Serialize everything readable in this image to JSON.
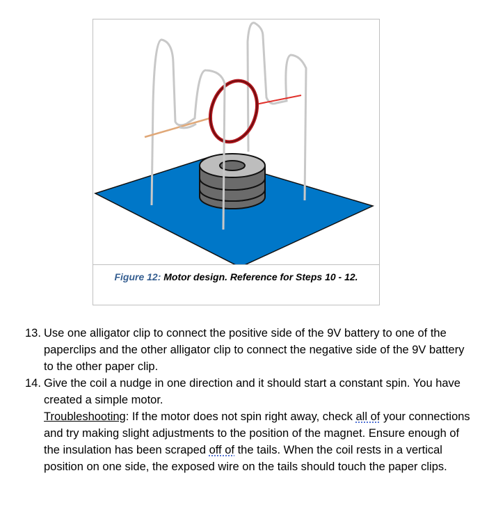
{
  "figure": {
    "caption_label": "Figure 12:",
    "caption_text": " Motor design. Reference for Steps 10 - 12.",
    "colors": {
      "base": "#0077c8",
      "magnet_top": "#bdbdbd",
      "magnet_side": "#6b6b6b",
      "coil": "#b0161c",
      "wire_left": "#e0a878",
      "wire_right": "#e0302a",
      "clip": "#c8c8c8"
    }
  },
  "steps": [
    {
      "number": "13.",
      "text": "Use one alligator clip to connect the positive side of the 9V battery to one of the paperclips and the other alligator clip to connect the negative side of the 9V battery to the other paper clip."
    },
    {
      "number": "14.",
      "text": "Give the coil a nudge in one direction and it should start a constant spin. You have created a simple motor.",
      "troubleshooting_label": "Troubleshooting",
      "t1": ": If the motor does not spin right away, check ",
      "t2": "all of",
      "t3": " your connections and try making slight adjustments to the position of the magnet. Ensure enough of the insulation has been scraped ",
      "t4": "off of",
      "t5": " the tails. When the coil rests in a vertical position on one side, the exposed wire on the tails should touch the paper clips."
    }
  ]
}
